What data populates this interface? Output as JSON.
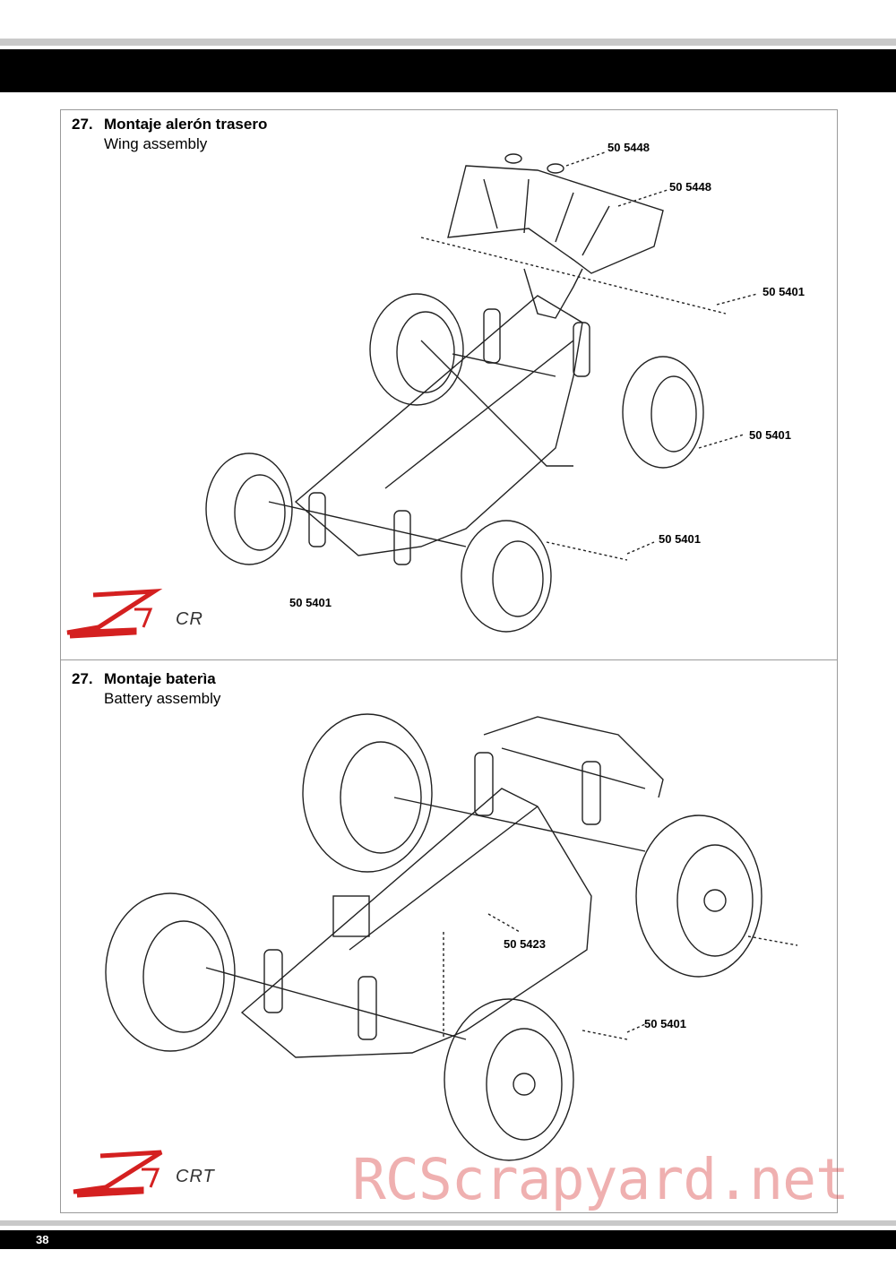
{
  "section1": {
    "step_number": "27.",
    "title": "Montaje alerón trasero",
    "subtitle": "Wing assembly",
    "parts": [
      "50 5448",
      "50 5448",
      "50 5401",
      "50 5401",
      "50 5401",
      "50 5401"
    ],
    "logo_text": "CR"
  },
  "section2": {
    "step_number": "27.",
    "title": "Montaje baterìa",
    "subtitle": "Battery assembly",
    "parts": [
      "50 5423",
      "50 5401"
    ],
    "logo_text": "CRT"
  },
  "footer": {
    "page_number": "38",
    "watermark": "RCScrapyard.net"
  },
  "colors": {
    "header_bar": "#000000",
    "logo_red": "#d42020",
    "watermark": "#dc5050"
  }
}
